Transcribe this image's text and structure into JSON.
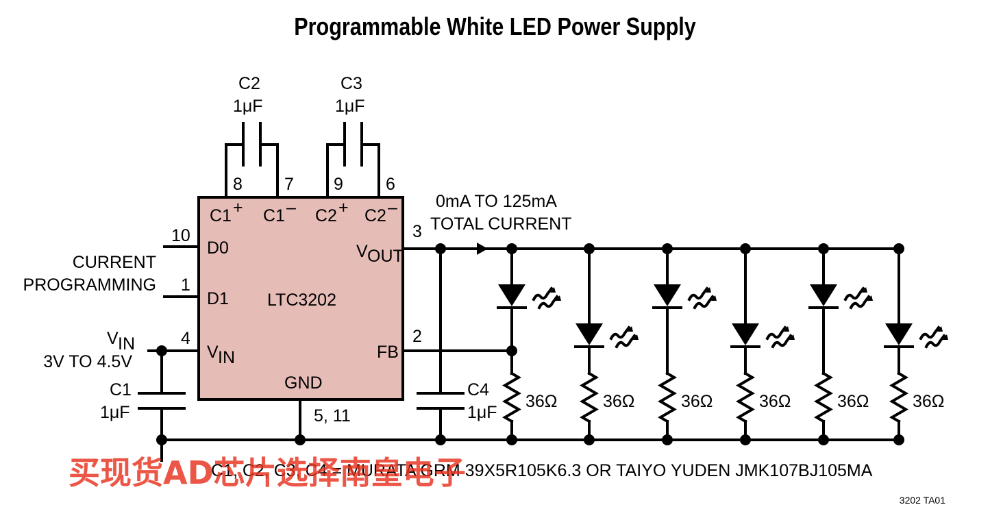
{
  "title": "Programmable White LED Power Supply",
  "ic": {
    "name": "LTC3202",
    "fill_color": "#e6bcb7",
    "pins": {
      "c1p": "C1",
      "c1m": "C1",
      "c2p": "C2",
      "c2m": "C2",
      "d0": "D0",
      "d1": "D1",
      "vin": "V",
      "vin_sub": "IN",
      "vout": "V",
      "vout_sub": "OUT",
      "fb": "FB",
      "gnd": "GND"
    },
    "pin_numbers": {
      "c1p": "8",
      "c1m": "7",
      "c2p": "9",
      "c2m": "6",
      "d0": "10",
      "d1": "1",
      "vin": "4",
      "vout": "3",
      "fb": "2",
      "gnd": "5, 11"
    }
  },
  "capacitors": {
    "c2": {
      "name": "C2",
      "value": "1μF"
    },
    "c3": {
      "name": "C3",
      "value": "1μF"
    },
    "c1": {
      "name": "C1",
      "value": "1μF"
    },
    "c4": {
      "name": "C4",
      "value": "1μF"
    }
  },
  "labels": {
    "current_prog_1": "CURRENT",
    "current_prog_2": "PROGRAMMING",
    "vin_label": "V",
    "vin_label_sub": "IN",
    "vin_range": "3V TO 4.5V",
    "current_range_1": "0mA TO 125mA",
    "current_range_2": "TOTAL CURRENT",
    "footnote": "C1, C2, C3, C4 = MURATA GRM 39X5R105K6.3 OR TAIYO YUDEN JMK107BJ105MA",
    "figure_id": "3202 TA01"
  },
  "resistors": [
    "36Ω",
    "36Ω",
    "36Ω",
    "36Ω",
    "36Ω",
    "36Ω"
  ],
  "watermark": "买现货AD芯片选择南皇电子",
  "colors": {
    "watermark": "#e8321e",
    "ic_fill": "#e6bcb7"
  }
}
